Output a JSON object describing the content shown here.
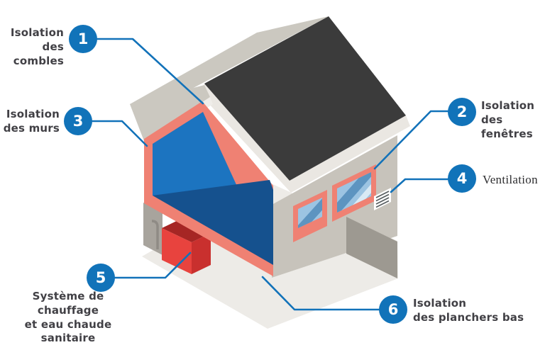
{
  "diagram_title": "",
  "callouts": [
    {
      "number": "1",
      "label": "Isolation\ndes combles",
      "target": "roof-ridge-insulation"
    },
    {
      "number": "2",
      "label": "Isolation\ndes fenêtres",
      "target": "window"
    },
    {
      "number": "3",
      "label": "Isolation\ndes murs",
      "target": "wall-insulation"
    },
    {
      "number": "4",
      "label": "Ventilation",
      "target": "vent-grille"
    },
    {
      "number": "5",
      "label": "Système de chauffage\net eau chaude sanitaire",
      "target": "boiler"
    },
    {
      "number": "6",
      "label": "Isolation\ndes planchers bas",
      "target": "floor-insulation"
    }
  ],
  "colors": {
    "accent_blue": "#1173B9",
    "leader_line_blue": "#1272B9",
    "insulation_salmon": "#EF8173",
    "interior_blue": "#1C74C0",
    "floor_blue": "#15518E",
    "roof_dark": "#3B3B3B",
    "roof_light_gray": "#CBC8C0",
    "wall_gray": "#C7C3BB",
    "ground_gray": "#EDEBE7",
    "shadow_gray": "#9D9991",
    "boiler_red": "#E8433E",
    "glass_blue": "#9CC4E2",
    "label_text": "#414045"
  }
}
